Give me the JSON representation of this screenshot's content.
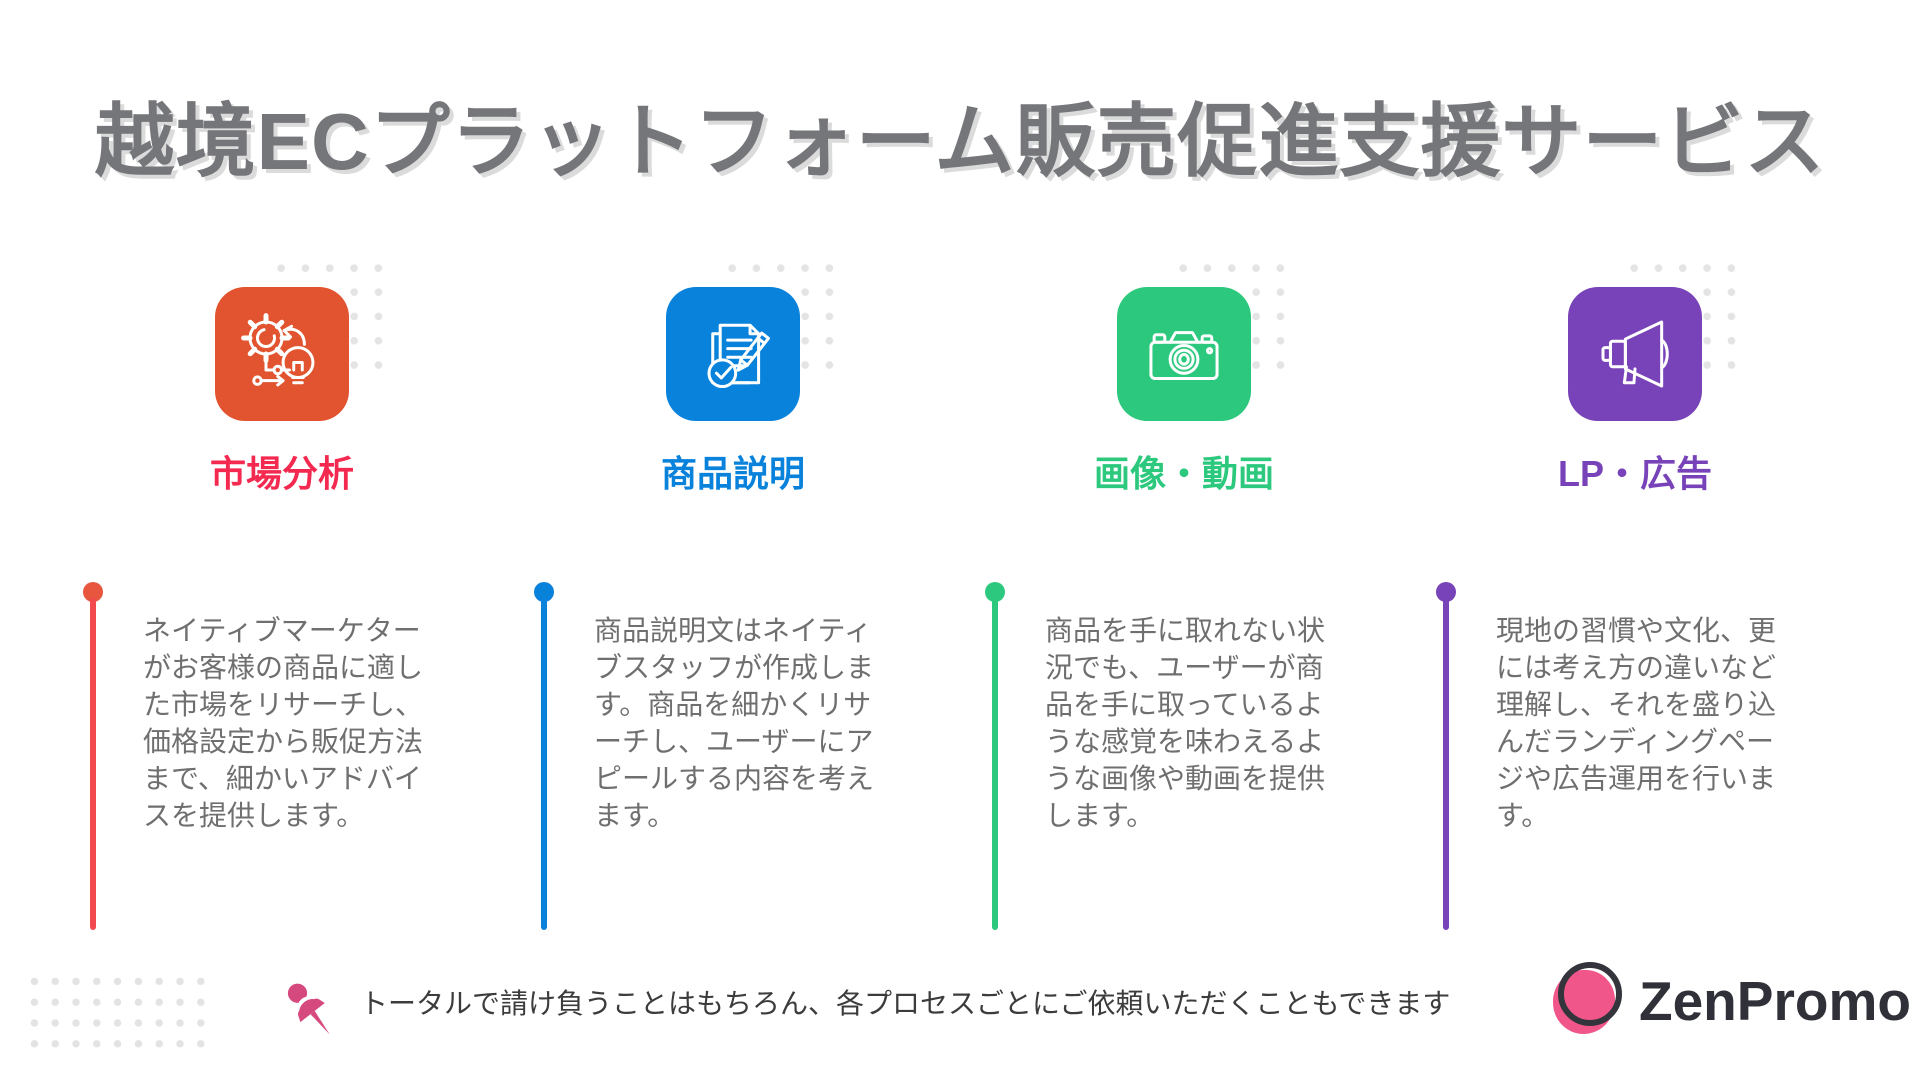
{
  "header": {
    "title": "越境ECプラットフォーム販売促進支援サービス"
  },
  "columns": [
    {
      "title": "市場分析",
      "description": "ネイティブマーケターがお客様の商品に適した市場をリサーチし、価格設定から販促方法まで、細かいアドバイスを提供します。",
      "icon": "gear-lightbulb-icon",
      "card_color": "#E2532F",
      "title_color": "#F3294F",
      "dot_color": "#E8563F",
      "line_color": "#F2494F"
    },
    {
      "title": "商品説明",
      "description": "商品説明文はネイティブスタッフが作成します。商品を細かくリサーチし、ユーザーにアピールする内容を考えます。",
      "icon": "document-check-icon",
      "card_color": "#0982DC",
      "title_color": "#0982DC",
      "dot_color": "#0982DC",
      "line_color": "#0982DC"
    },
    {
      "title": "画像・動画",
      "description": "商品を手に取れない状況でも、ユーザーが商品を手に取っているような感覚を味わえるような画像や動画を提供します。",
      "icon": "camera-icon",
      "card_color": "#2CC87D",
      "title_color": "#2CC87D",
      "dot_color": "#2CC87D",
      "line_color": "#2CC87D"
    },
    {
      "title": "LP・広告",
      "description": "現地の習慣や文化、更には考え方の違いなど理解し、それを盛り込んだランディングページや広告運用を行います。",
      "icon": "megaphone-icon",
      "card_color": "#7843B8",
      "title_color": "#7843B8",
      "dot_color": "#7843B8",
      "line_color": "#7843B8"
    }
  ],
  "footer": {
    "note": "トータルで請け負うことはもちろん、各プロセスごとにご依頼いただくこともできます",
    "pin_color": "#D6497F",
    "brand": "ZenPromo",
    "brand_pink": "#F0568A",
    "brand_ring": "#33343C"
  }
}
